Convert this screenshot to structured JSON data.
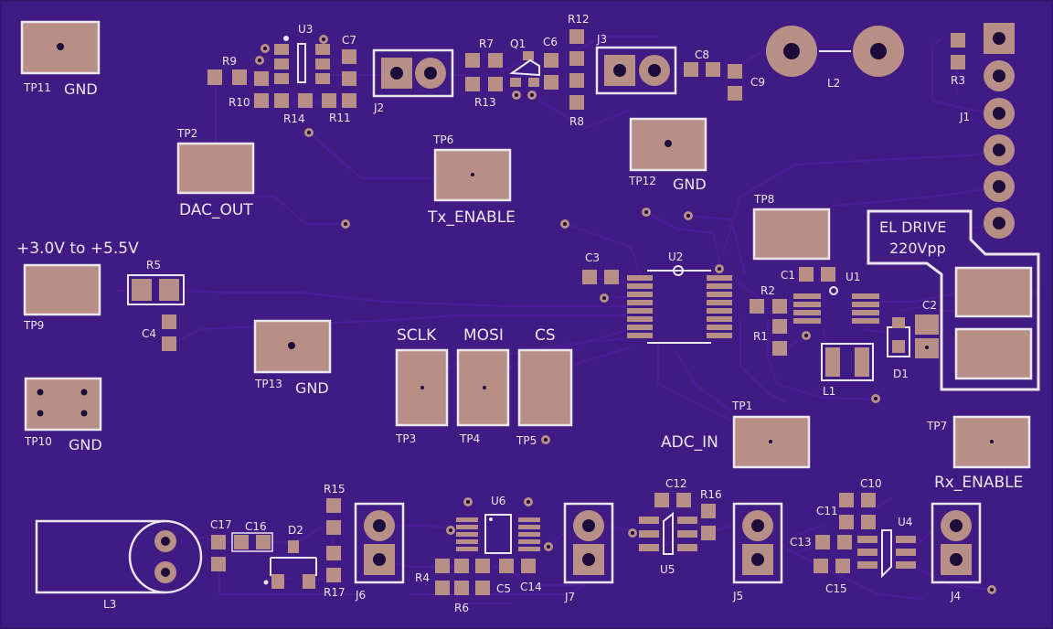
{
  "board": {
    "colors": {
      "soldermask": "#3f1b83",
      "trace": "#4a1c96",
      "copper_pad": "#b88f86",
      "silkscreen": "#ece6f2"
    },
    "labels": {
      "tp11": "TP11",
      "gnd_tp11": "GND",
      "tp2": "TP2",
      "dac_out": "DAC_OUT",
      "tp6": "TP6",
      "tx_enable": "Tx_ENABLE",
      "tp12": "TP12",
      "gnd_tp12": "GND",
      "tp8": "TP8",
      "el_drive_1": "EL DRIVE",
      "el_drive_2": "220Vpp",
      "supply": "+3.0V to +5.5V",
      "tp9": "TP9",
      "r5": "R5",
      "c4": "C4",
      "tp13": "TP13",
      "gnd_tp13": "GND",
      "tp10": "TP10",
      "gnd_tp10": "GND",
      "sclk": "SCLK",
      "mosi": "MOSI",
      "cs": "CS",
      "tp3": "TP3",
      "tp4": "TP4",
      "tp5": "TP5",
      "adc_in": "ADC_IN",
      "tp1": "TP1",
      "tp7": "TP7",
      "rx_enable": "Rx_ENABLE",
      "r9": "R9",
      "u3": "U3",
      "c7": "C7",
      "r10": "R10",
      "r14": "R14",
      "r11": "R11",
      "j2": "J2",
      "r7": "R7",
      "q1": "Q1",
      "c6": "C6",
      "r12": "R12",
      "r13": "R13",
      "r8": "R8",
      "j3": "J3",
      "c8": "C8",
      "c9": "C9",
      "l2": "L2",
      "r3": "R3",
      "j1": "J1",
      "c3": "C3",
      "u2": "U2",
      "c1": "C1",
      "u1": "U1",
      "r2": "R2",
      "r1": "R1",
      "c2": "C2",
      "d1": "D1",
      "l1": "L1",
      "c17": "C17",
      "c16": "C16",
      "d2": "D2",
      "r15": "R15",
      "r17": "R17",
      "l3": "L3",
      "j6": "J6",
      "u6": "U6",
      "r4": "R4",
      "r6": "R6",
      "c5": "C5",
      "c14": "C14",
      "j7": "J7",
      "c12": "C12",
      "r16": "R16",
      "u5": "U5",
      "j5": "J5",
      "c11": "C11",
      "c10": "C10",
      "c13": "C13",
      "c15": "C15",
      "u4": "U4",
      "j4": "J4"
    }
  }
}
